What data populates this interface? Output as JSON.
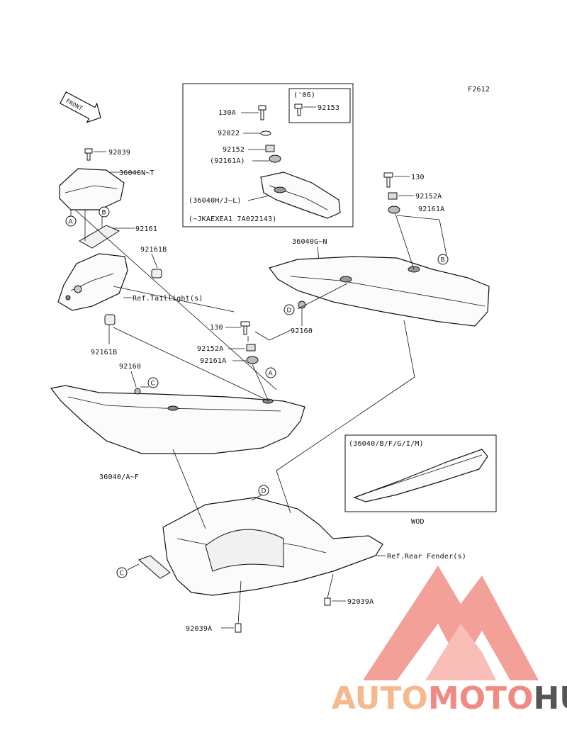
{
  "figure_code": "F2612",
  "front_label": "FRONT",
  "labels": {
    "p92039": "92039",
    "p36040n": "36040N~T",
    "p92161": "92161",
    "p92161b_top": "92161B",
    "ref_taillight": "Ref.Taillight(s)",
    "p92161b_bot": "92161B",
    "p92160_left": "92160",
    "p36040a": "36040/A~F",
    "p130_mid": "130",
    "p92152a_mid": "92152A",
    "p92161a_mid": "92161A",
    "p92160_mid": "92160",
    "p36040g": "36040G~N",
    "p130_right": "130",
    "p92152a_right": "92152A",
    "p92161a_right": "92161A",
    "ref_rear_fender": "Ref.Rear Fender(s)",
    "p92039a_right": "92039A",
    "p92039a_bot": "92039A",
    "wod": "WOD"
  },
  "inset_top": {
    "p130a": "130A",
    "p92022": "92022",
    "p92152": "92152",
    "p92161a": "(92161A)",
    "p36040h": "(36040H/J~L)",
    "serial": "(~JKAEXEA1 7A022143)",
    "sub_year": "('06)",
    "sub_part": "92153"
  },
  "inset_right": {
    "title": "(36040/B/F/G/I/M)"
  },
  "callouts": [
    "A",
    "B",
    "C",
    "D"
  ],
  "watermark": {
    "text_auto": "AUTO",
    "text_moto": "MOTO",
    "text_hub": "HUB",
    "color_auto": "#f6b98e",
    "color_moto": "#f08a82",
    "color_hub": "#555555",
    "logo_color": "#f19088"
  }
}
